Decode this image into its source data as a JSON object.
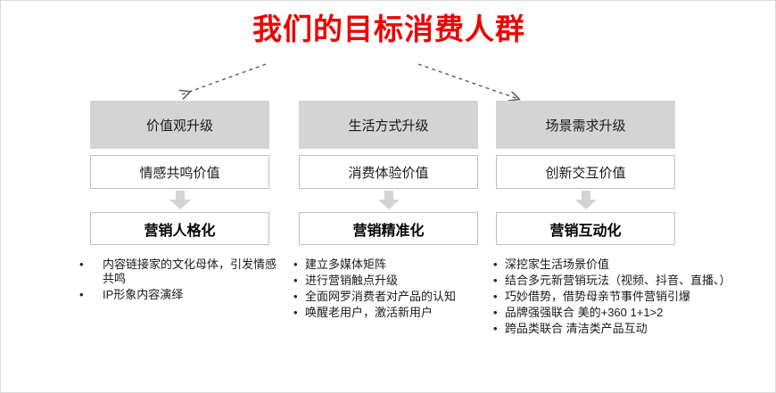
{
  "slide": {
    "title": "我们的目标消费人群",
    "title_color": "#ee0000",
    "header_fill": "#d4d4d4",
    "border_color": "#bfbfbf",
    "arrow_color": "#c9c9c9"
  },
  "columns": [
    {
      "head": "价值观升级",
      "sub": "情感共鸣价值",
      "result": "营销人格化",
      "arrow_icon": "down-arrow-icon",
      "bullets": [
        "内容链接家的文化母体，引发情感共鸣",
        "IP形象内容演绎"
      ]
    },
    {
      "head": "生活方式升级",
      "sub": "消费体验价值",
      "result": "营销精准化",
      "arrow_icon": "down-arrow-icon",
      "bullets": [
        "建立多媒体矩阵",
        "进行营销触点升级",
        "全面网罗消费者对产品的认知",
        "唤醒老用户，激活新用户"
      ]
    },
    {
      "head": "场景需求升级",
      "sub": "创新交互价值",
      "result": "营销互动化",
      "arrow_icon": "down-arrow-icon",
      "bullets": [
        "深挖家生活场景价值",
        "结合多元新营销玩法（视频、抖音、直播、）",
        "巧妙借势，借势母亲节事件营销引爆",
        "品牌强强联合 美的+360 1+1>2",
        "跨品类联合  清洁类产品互动"
      ]
    }
  ],
  "connectors": {
    "left_arrow": "dashed-arrow-left-icon",
    "right_arrow": "dashed-arrow-right-icon"
  },
  "bullet_marker": "•"
}
